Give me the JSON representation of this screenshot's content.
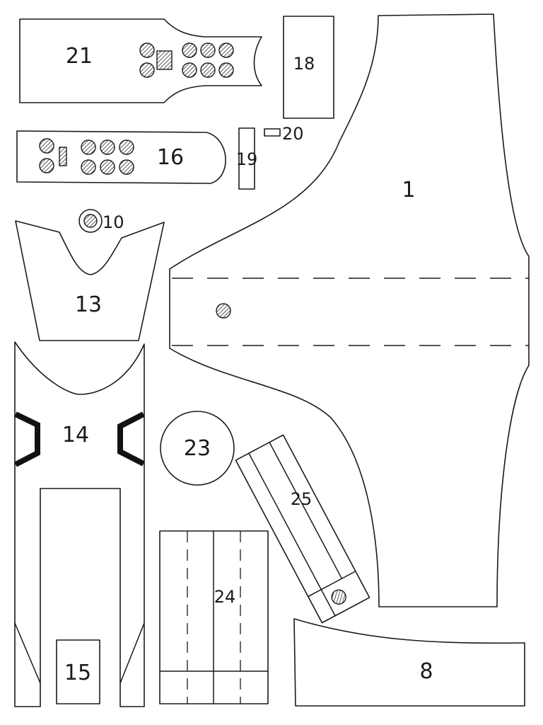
{
  "sheet": {
    "pieces": {
      "p1": {
        "label": "1"
      },
      "p8": {
        "label": "8"
      },
      "p10": {
        "label": "10"
      },
      "p13": {
        "label": "13"
      },
      "p14": {
        "label": "14"
      },
      "p15": {
        "label": "15"
      },
      "p16": {
        "label": "16"
      },
      "p18": {
        "label": "18"
      },
      "p19": {
        "label": "19"
      },
      "p20": {
        "label": "20"
      },
      "p21": {
        "label": "21"
      },
      "p23": {
        "label": "23"
      },
      "p24": {
        "label": "24"
      },
      "p25": {
        "label": "25"
      }
    }
  }
}
